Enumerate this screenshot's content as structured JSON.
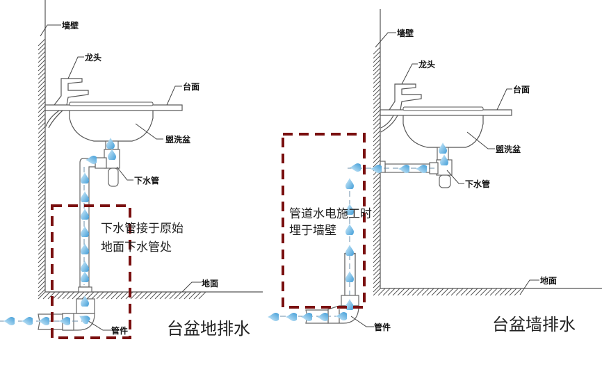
{
  "colors": {
    "highlight_box": "#7a0f0f",
    "water_drop": "#5fb0e0",
    "line": "#555555"
  },
  "left_diagram": {
    "title": "台盆地排水",
    "labels": {
      "wall": "墙壁",
      "faucet": "龙头",
      "countertop": "台面",
      "basin": "盥洗盆",
      "drain_pipe": "下水管",
      "floor": "地面",
      "fitting": "管件"
    },
    "note_line1": "下水管接于原始",
    "note_line2": "地面下水管处"
  },
  "right_diagram": {
    "title": "台盆墙排水",
    "labels": {
      "wall": "墙壁",
      "faucet": "龙头",
      "countertop": "台面",
      "basin": "盥洗盆",
      "drain_pipe": "下水管",
      "floor": "地面",
      "fitting": "管件"
    },
    "note_line1": "管道水电施工时",
    "note_line2": "埋于墙壁"
  }
}
